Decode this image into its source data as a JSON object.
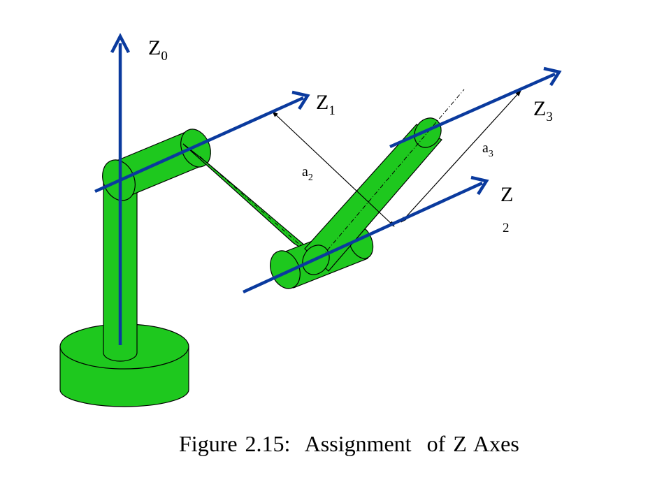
{
  "axes": {
    "z0": {
      "letter": "Z",
      "sub": "0"
    },
    "z1": {
      "letter": "Z",
      "sub": "1"
    },
    "z2": {
      "letter": "Z",
      "sub": "2"
    },
    "z3": {
      "letter": "Z",
      "sub": "3"
    }
  },
  "dimensions": {
    "a2": {
      "letter": "a",
      "sub": "2"
    },
    "a3": {
      "letter": "a",
      "sub": "3"
    }
  },
  "caption": "Figure 2.15:  Assignment  of Z Axes",
  "colors": {
    "link": "#1ec81e",
    "axis": "#0a3a9e",
    "outline": "#000000",
    "background": "#ffffff"
  }
}
